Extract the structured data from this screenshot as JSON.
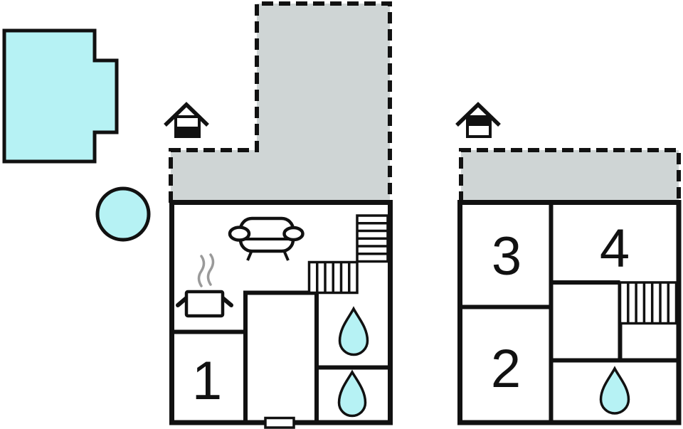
{
  "palette": {
    "line": "#111111",
    "water": "#b6f2f4",
    "terrace": "#cfd5d5",
    "steam": "#9a9a9a",
    "background": "#ffffff"
  },
  "floor_plans": {
    "ground": {
      "floor_icon": "ground-floor-house-icon",
      "room_labels": {
        "room1": "1"
      },
      "features": [
        "terrace",
        "sofa",
        "stove",
        "l-shaped-staircase",
        "water-drop",
        "water-drop",
        "entrance-door"
      ]
    },
    "upper": {
      "floor_icon": "upper-floor-house-icon",
      "room_labels": {
        "room2": "2",
        "room3": "3",
        "room4": "4"
      },
      "features": [
        "terrace",
        "staircase",
        "water-drop"
      ]
    }
  },
  "outdoor": {
    "features": [
      "pool-polygon",
      "round-pool"
    ]
  }
}
